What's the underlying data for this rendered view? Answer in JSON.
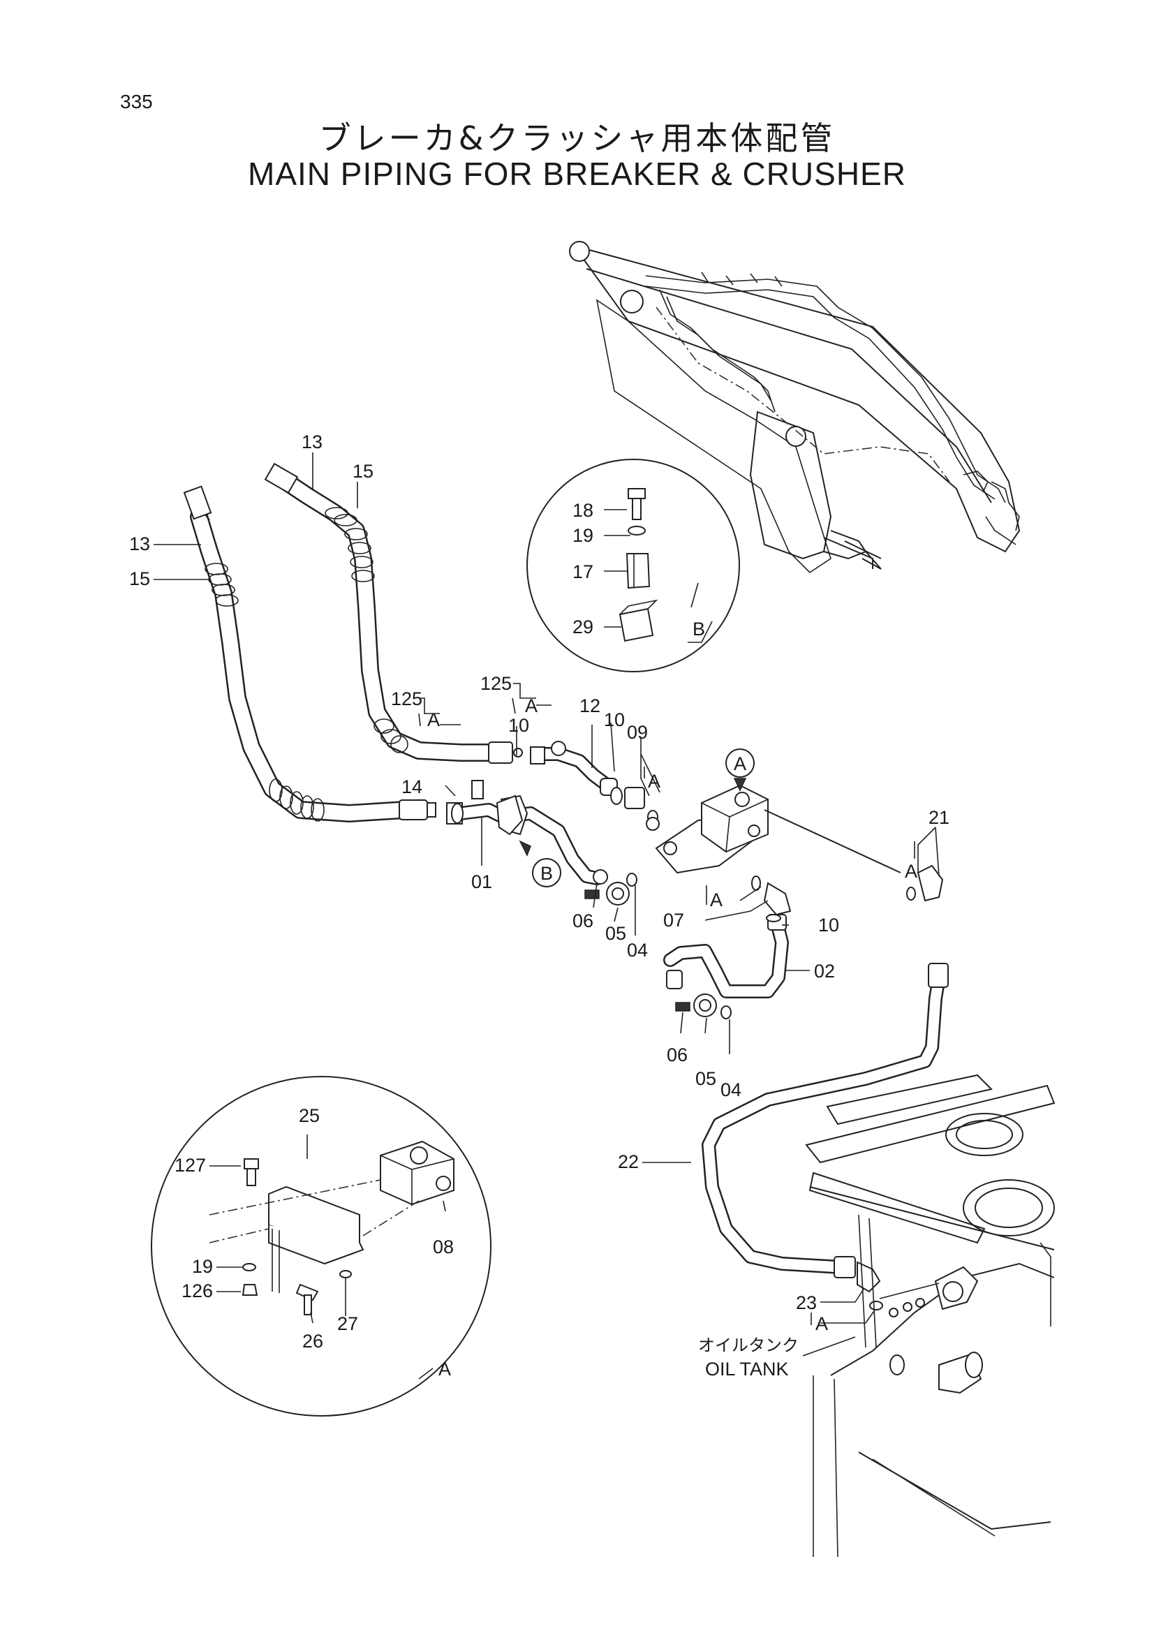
{
  "page_number": "335",
  "title_ja": "ブレーカ&クラッシャ用本体配管",
  "title_en": "MAIN PIPING FOR BREAKER & CRUSHER",
  "callouts": {
    "c13a": "13",
    "c15a": "15",
    "c13b": "13",
    "c15b": "15",
    "c18": "18",
    "c19b": "19",
    "c17": "17",
    "c29": "29",
    "c125a": "125",
    "c125b": "125",
    "cA1": "A",
    "cA2": "A",
    "c10a": "10",
    "c12": "12",
    "c10b": "10",
    "c09": "09",
    "cA3": "A",
    "c14": "14",
    "c01": "01",
    "c06a": "06",
    "c05a": "05",
    "c04a": "04",
    "c07": "07",
    "cA4": "A",
    "c10c": "10",
    "c02": "02",
    "c06b": "06",
    "c05b": "05",
    "c04b": "04",
    "c21": "21",
    "cA5": "A",
    "c22": "22",
    "c23": "23",
    "cA6": "A",
    "c25": "25",
    "c127": "127",
    "c08": "08",
    "c19a": "19",
    "c126": "126",
    "c26": "26",
    "c27": "27"
  },
  "detail_labels": {
    "view_b": "B",
    "view_a": "A",
    "marker_a": "A",
    "marker_b": "B"
  },
  "oil_tank_ja": "オイルタンク",
  "oil_tank_en": "OIL TANK"
}
